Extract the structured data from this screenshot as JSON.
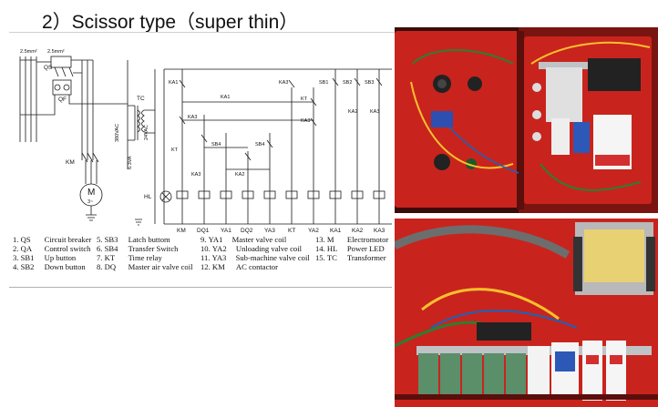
{
  "title": "2）Scissor type（super thin）",
  "schematic": {
    "power_labels": [
      "2.5mm²",
      "2.5mm²"
    ],
    "power_components": [
      "QS",
      "QF",
      "KM",
      "TC"
    ],
    "transformer_labels": [
      "380VAC",
      "6.3VA",
      "24VAC"
    ],
    "motor_label": "M",
    "motor_sub": "3~",
    "lamp_label": "HL",
    "contact_labels": [
      "KA1",
      "KA1",
      "KA3",
      "KT",
      "SB4",
      "SB4",
      "KA3",
      "KA2",
      "KA3",
      "KT",
      "KA3",
      "SB1",
      "SB2",
      "SB3",
      "KA2",
      "KA3"
    ],
    "coil_labels": [
      "KM",
      "DQ1",
      "YA1",
      "DQ2",
      "YA3",
      "KT",
      "YA2",
      "KA1",
      "KA2",
      "KA3"
    ]
  },
  "legend": {
    "items": [
      {
        "num": "1.",
        "code": "QS",
        "desc": "Circuit breaker"
      },
      {
        "num": "2.",
        "code": "QA",
        "desc": "Control switch"
      },
      {
        "num": "3.",
        "code": "SB1",
        "desc": "Up button"
      },
      {
        "num": "4.",
        "code": "SB2",
        "desc": "Down button"
      },
      {
        "num": "5.",
        "code": "SB3",
        "desc": "Latch buttom"
      },
      {
        "num": "6.",
        "code": "SB4",
        "desc": "Transfer Switch"
      },
      {
        "num": "7.",
        "code": "KT",
        "desc": "Time relay"
      },
      {
        "num": "8.",
        "code": "DQ",
        "desc": "Master air valve coil"
      },
      {
        "num": "9.",
        "code": "YA1",
        "desc": "Master valve coil"
      },
      {
        "num": "10.",
        "code": "YA2",
        "desc": "Unloading valve coil"
      },
      {
        "num": "11.",
        "code": "YA3",
        "desc": "Sub-machine valve coil"
      },
      {
        "num": "12.",
        "code": "KM",
        "desc": "AC contactor"
      },
      {
        "num": "13.",
        "code": "M",
        "desc": "Electromotor"
      },
      {
        "num": "14.",
        "code": "HL",
        "desc": "Power LED"
      },
      {
        "num": "15.",
        "code": "TC",
        "desc": "Transformer"
      }
    ]
  },
  "colors": {
    "panel_red": "#c8241d",
    "panel_dark": "#7a1410",
    "din_rail": "#bfc3c6",
    "relay_green": "#5a8f6a",
    "breaker_blue": "#2c58b8"
  }
}
